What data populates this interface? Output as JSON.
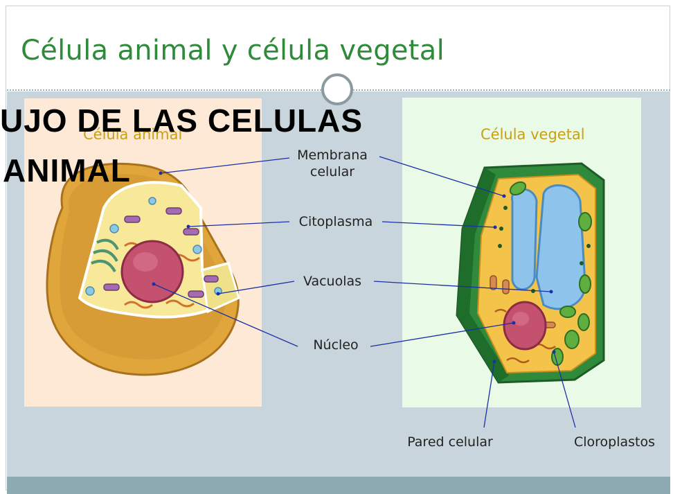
{
  "slide": {
    "title": "Célula animal y célula vegetal"
  },
  "overlay": {
    "line1": "UJO DE LAS CELULAS",
    "line2": "ANIMAL"
  },
  "panels": {
    "animal_title": "Célula animal",
    "vegetal_title": "Célula vegetal"
  },
  "labels": {
    "membrana": "Membrana\ncelular",
    "citoplasma": "Citoplasma",
    "vacuolas": "Vacuolas",
    "nucleo": "Núcleo",
    "pared": "Pared celular",
    "cloroplastos": "Cloroplastos"
  },
  "colors": {
    "title": "#2e8b3a",
    "panel_title": "#c7a017",
    "leader_lines": "#1a2fa8"
  }
}
